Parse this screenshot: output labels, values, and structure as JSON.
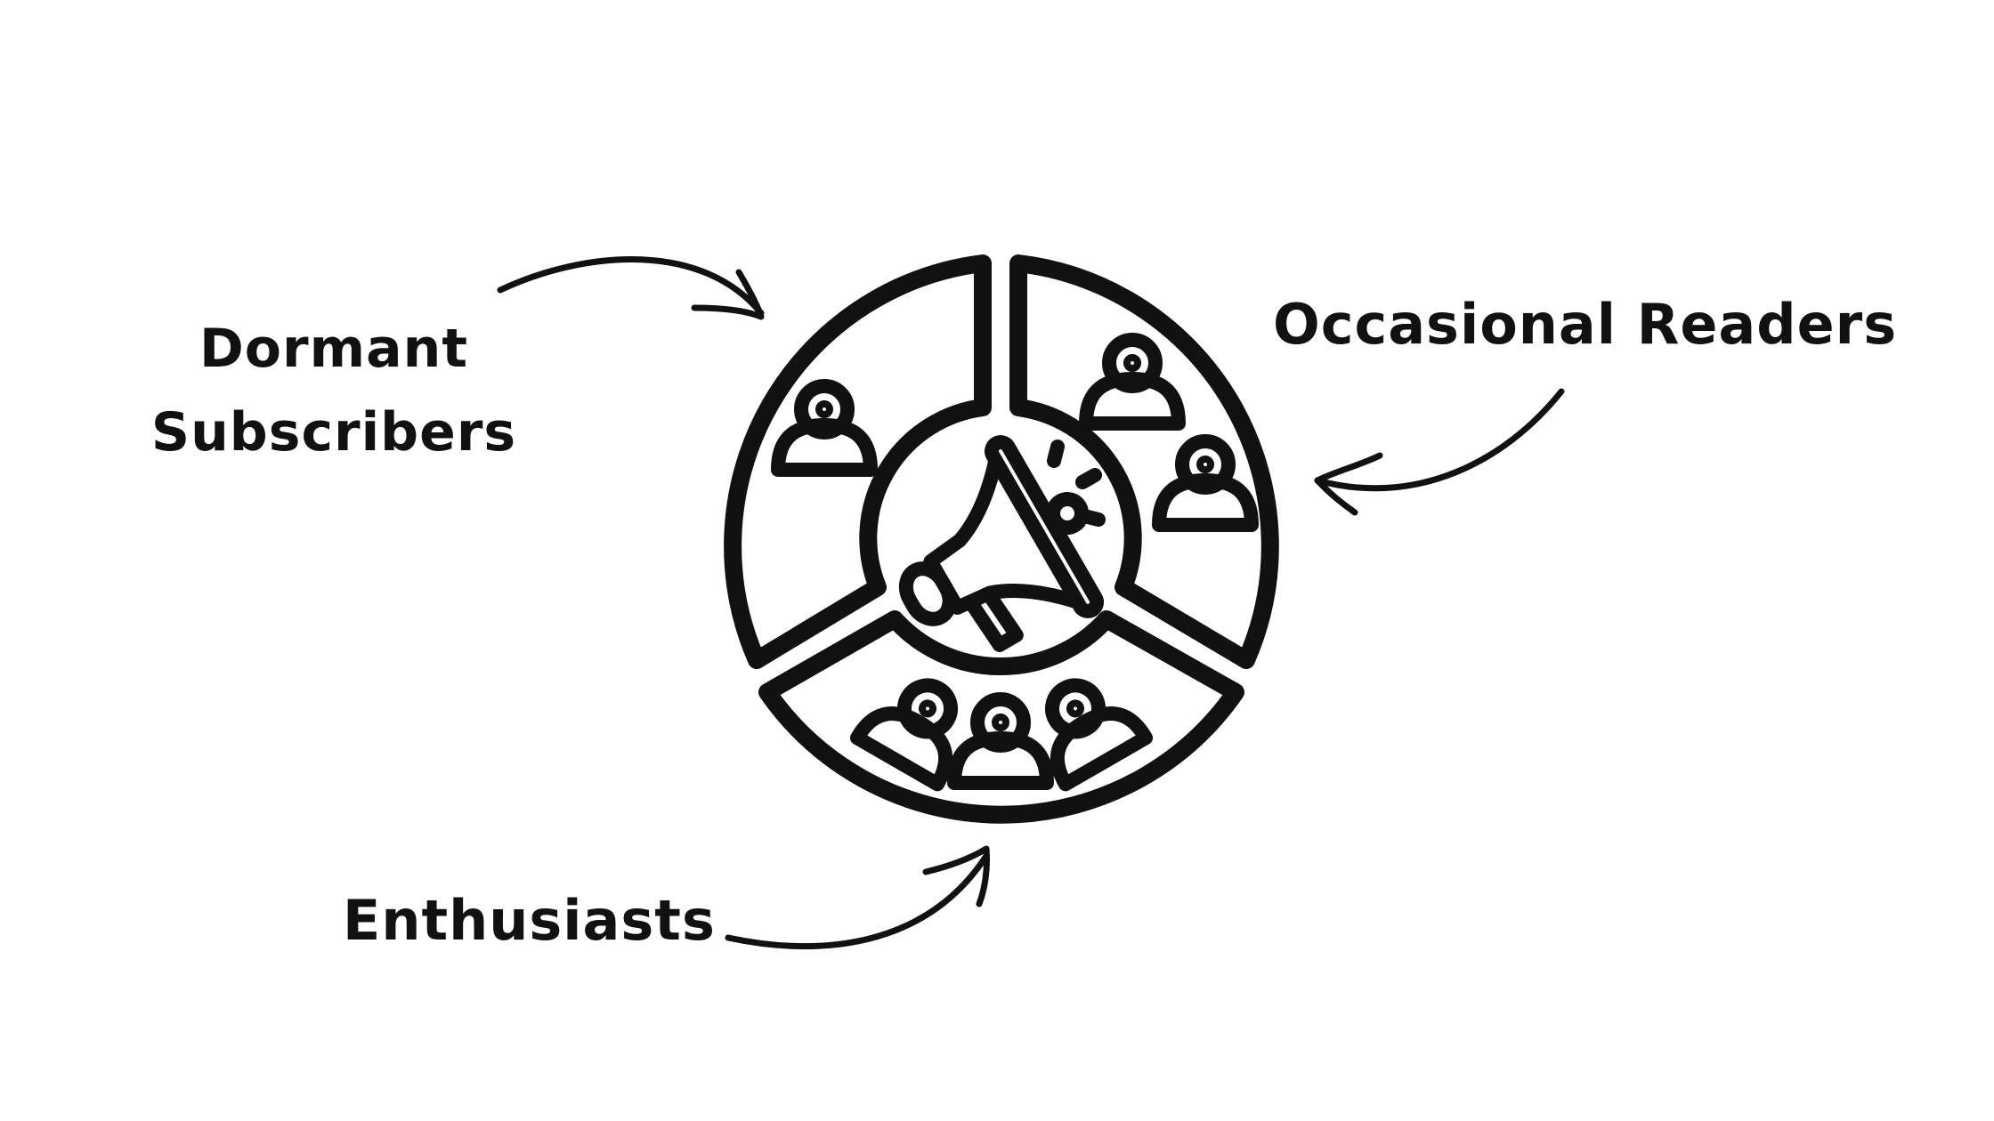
{
  "labels": {
    "dormant_line1": "Dormant",
    "dormant_line2": "Subscribers",
    "occasional": "Occasional Readers",
    "enthusiasts": "Enthusiasts"
  },
  "colors": {
    "ink": "#111111",
    "background": "#ffffff"
  },
  "icons": {
    "center": "megaphone-icon",
    "segment_people": "person-icon"
  }
}
